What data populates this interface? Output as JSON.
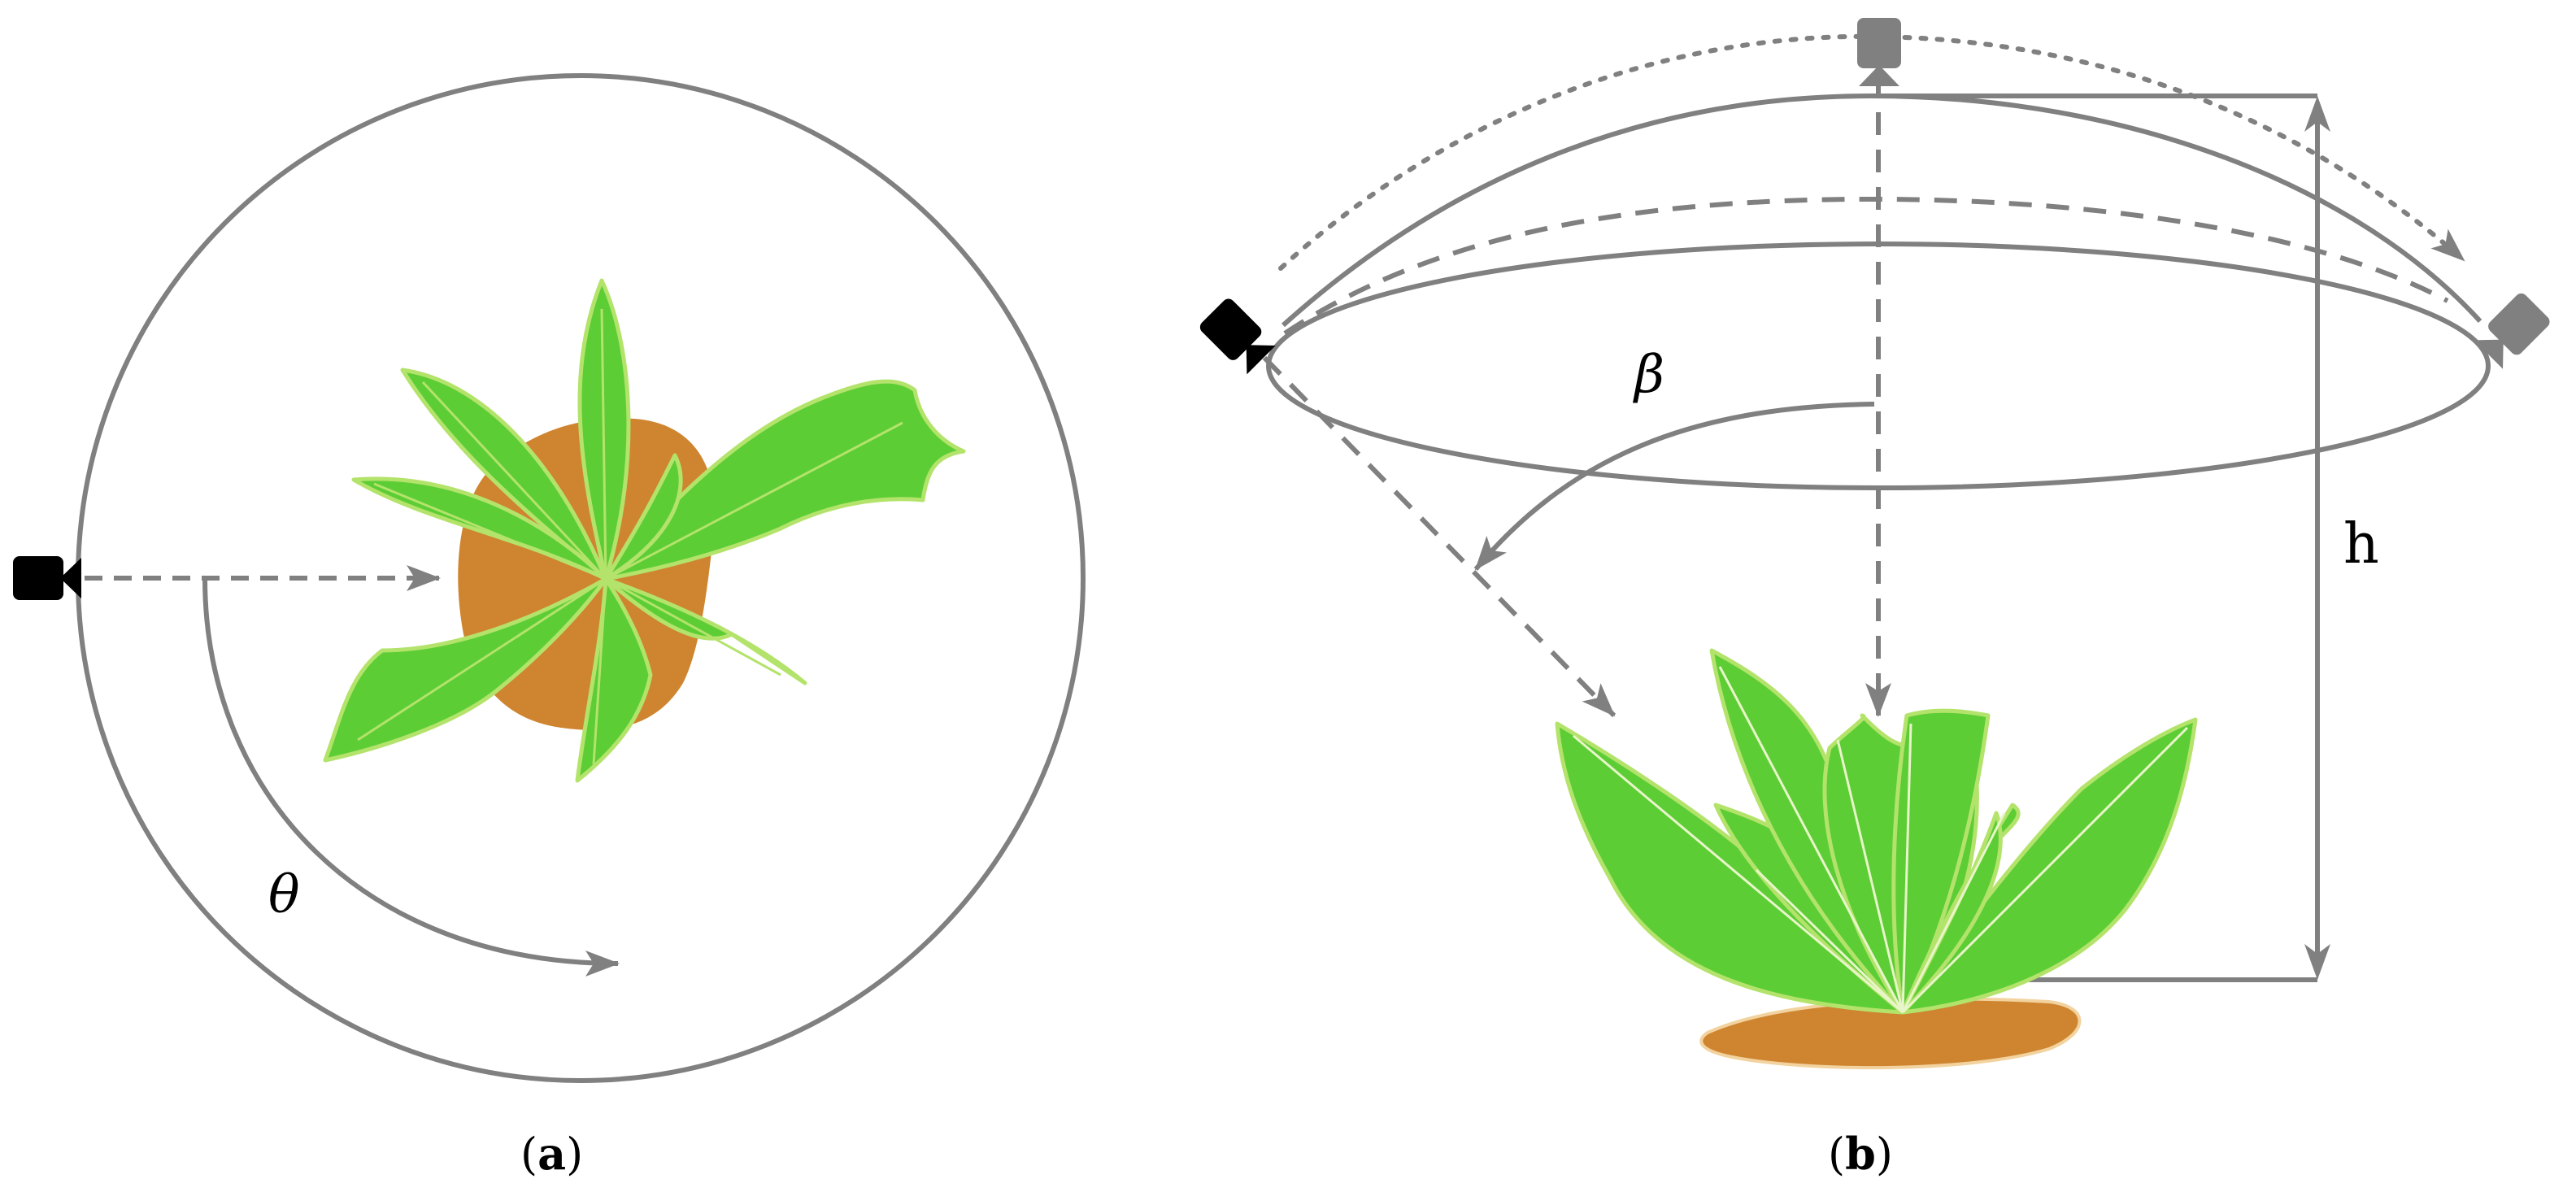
{
  "panels": {
    "a": {
      "caption": {
        "open": "(",
        "letter": "a",
        "close": ")"
      },
      "rotation_symbol": "θ"
    },
    "b": {
      "caption": {
        "open": "(",
        "letter": "b",
        "close": ")"
      },
      "angle_symbol": "β",
      "height_symbol": "h"
    }
  },
  "colors": {
    "line_gray": "#808080",
    "camera_black": "#000000",
    "camera_gray": "#808080",
    "leaf_green": "#5ccd35",
    "leaf_edge": "#b3e36b",
    "pot_brown": "#cf8530"
  },
  "icons": {
    "camera": "camera-icon",
    "plant_top_view": "plant-icon",
    "plant_side_view": "plant-icon"
  }
}
